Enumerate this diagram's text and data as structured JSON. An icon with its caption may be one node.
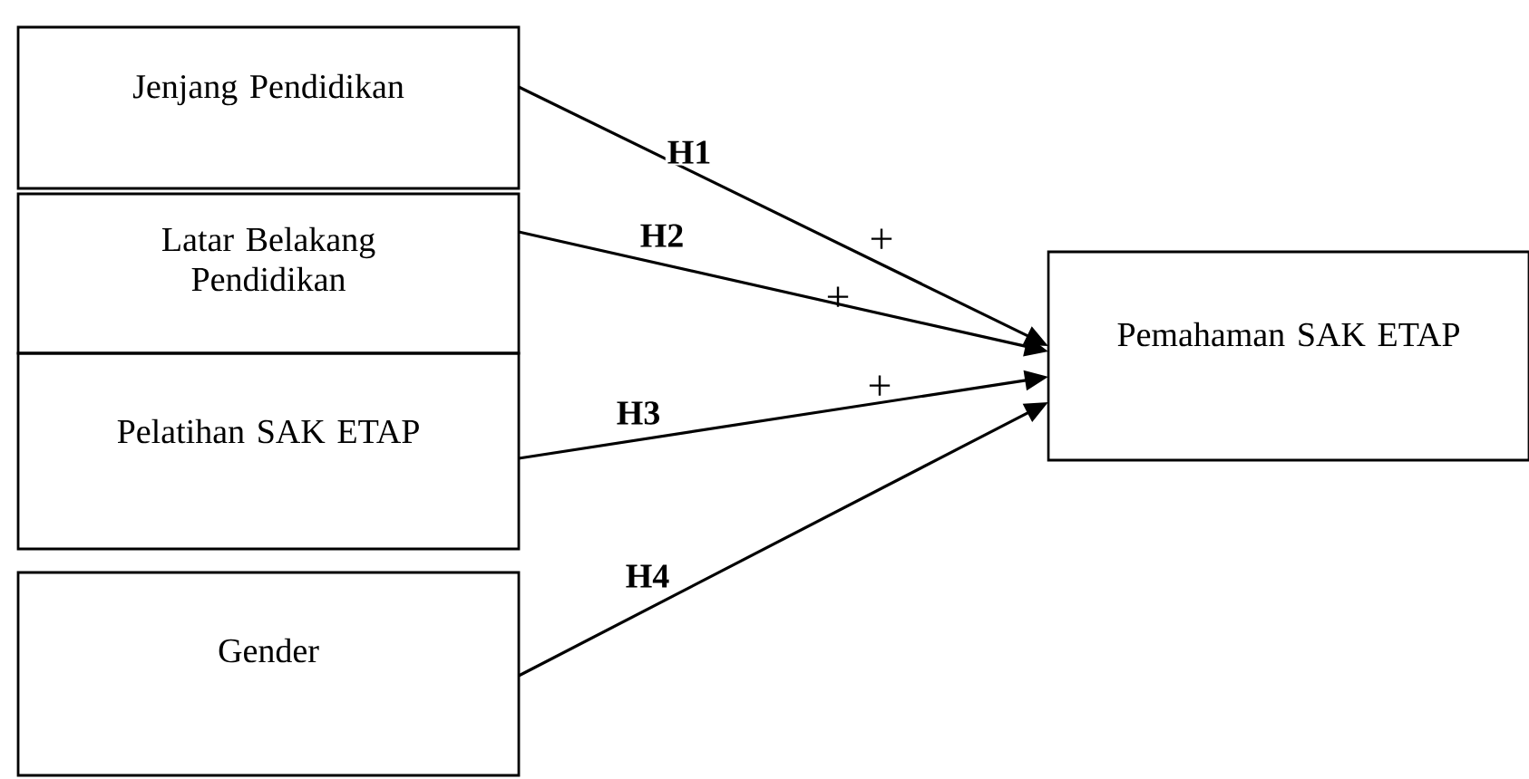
{
  "diagram": {
    "nodes": [
      {
        "text": [
          "Jenjang Pendidikan"
        ]
      },
      {
        "text": [
          "Latar Belakang Pendidikan"
        ]
      },
      {
        "text": [
          "Pelatihan SAK ETAP"
        ]
      },
      {
        "text": [
          "Gender"
        ]
      },
      {
        "text": [
          "Pemahaman SAK ETAP"
        ]
      }
    ],
    "edges": [
      {
        "from": 0,
        "to": 4,
        "arrow": "to",
        "label": "H1"
      },
      {
        "from": 1,
        "to": 4,
        "arrow": "to",
        "label": "H2"
      },
      {
        "from": 2,
        "to": 4,
        "arrow": "to",
        "label": "H3"
      },
      {
        "from": 3,
        "to": 4,
        "arrow": "to",
        "label": "H4"
      }
    ],
    "labels": [
      "+",
      "+",
      "+"
    ]
  }
}
